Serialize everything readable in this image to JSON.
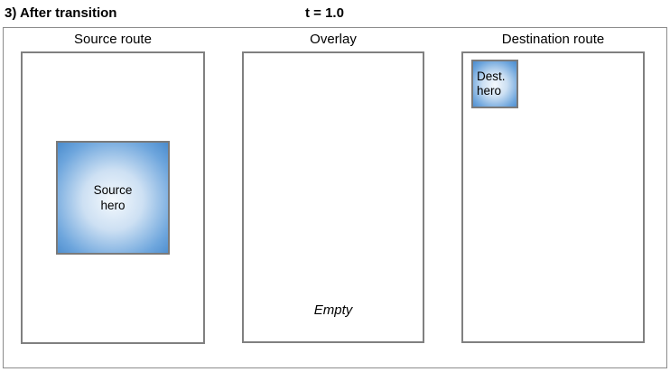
{
  "header": {
    "title": "3) After transition",
    "time_label": "t = 1.0"
  },
  "colors": {
    "outer_border": "#8c8c8c",
    "panel_border": "#808080",
    "hero_border": "#7a7a7a",
    "hero_gradient_center": "#f4f9fd",
    "hero_gradient_edge": "#4a8bcd",
    "text": "#000000",
    "background": "#ffffff"
  },
  "panels": {
    "source": {
      "label": "Source route",
      "hero_label": "Source\nhero"
    },
    "overlay": {
      "label": "Overlay",
      "empty_label": "Empty"
    },
    "destination": {
      "label": "Destination route",
      "hero_label": "Dest.\nhero"
    }
  }
}
